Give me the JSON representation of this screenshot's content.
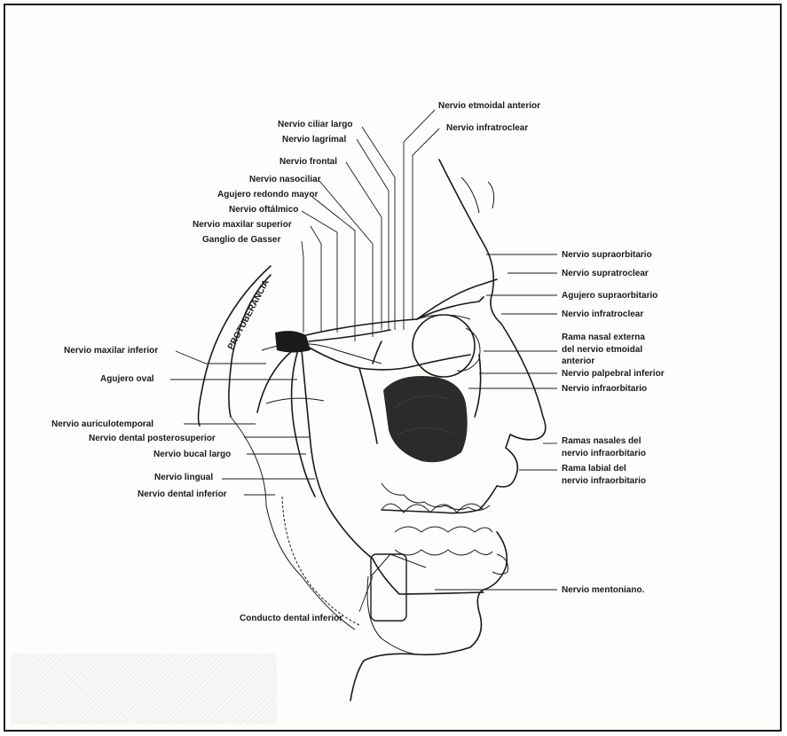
{
  "figure": {
    "protuberancia": "PROTUBERANCIA",
    "labels_top": {
      "etmoidal_anterior": "Nervio etmoidal anterior",
      "ciliar_largo": "Nervio ciliar largo",
      "infratroclear_top": "Nervio infratroclear",
      "lagrimal": "Nervio lagrimal",
      "frontal": "Nervio frontal",
      "nasociliar": "Nervio nasociliar",
      "agujero_redondo": "Agujero redondo mayor",
      "oftalmico": "Nervio oftálmico",
      "maxilar_superior": "Nervio maxilar superior",
      "gasser": "Ganglio de Gasser"
    },
    "labels_left": {
      "maxilar_inferior": "Nervio maxilar inferior",
      "agujero_oval": "Agujero oval",
      "auriculotemporal": "Nervio auriculotemporal",
      "dental_posterosuperior": "Nervio dental posterosuperior",
      "bucal_largo": "Nervio bucal largo",
      "lingual": "Nervio lingual",
      "dental_inferior": "Nervio dental inferior",
      "conducto_dental": "Conducto dental inferior"
    },
    "labels_right": {
      "supraorbitario": "Nervio supraorbitario",
      "supratroclear": "Nervio supratroclear",
      "agujero_supraorbitario": "Agujero supraorbitario",
      "infratroclear": "Nervio infratroclear",
      "rama_nasal_1": "Rama nasal externa",
      "rama_nasal_2": "del nervio etmoidal",
      "rama_nasal_3": "anterior",
      "palpebral": "Nervio palpebral inferior",
      "infraorbitario": "Nervio infraorbitario",
      "ramas_nasales_1": "Ramas nasales del",
      "ramas_nasales_2": "nervio infraorbitario",
      "rama_labial_1": "Rama labial del",
      "rama_labial_2": "nervio infraorbitario",
      "mentoniano": "Nervio mentoniano."
    }
  }
}
